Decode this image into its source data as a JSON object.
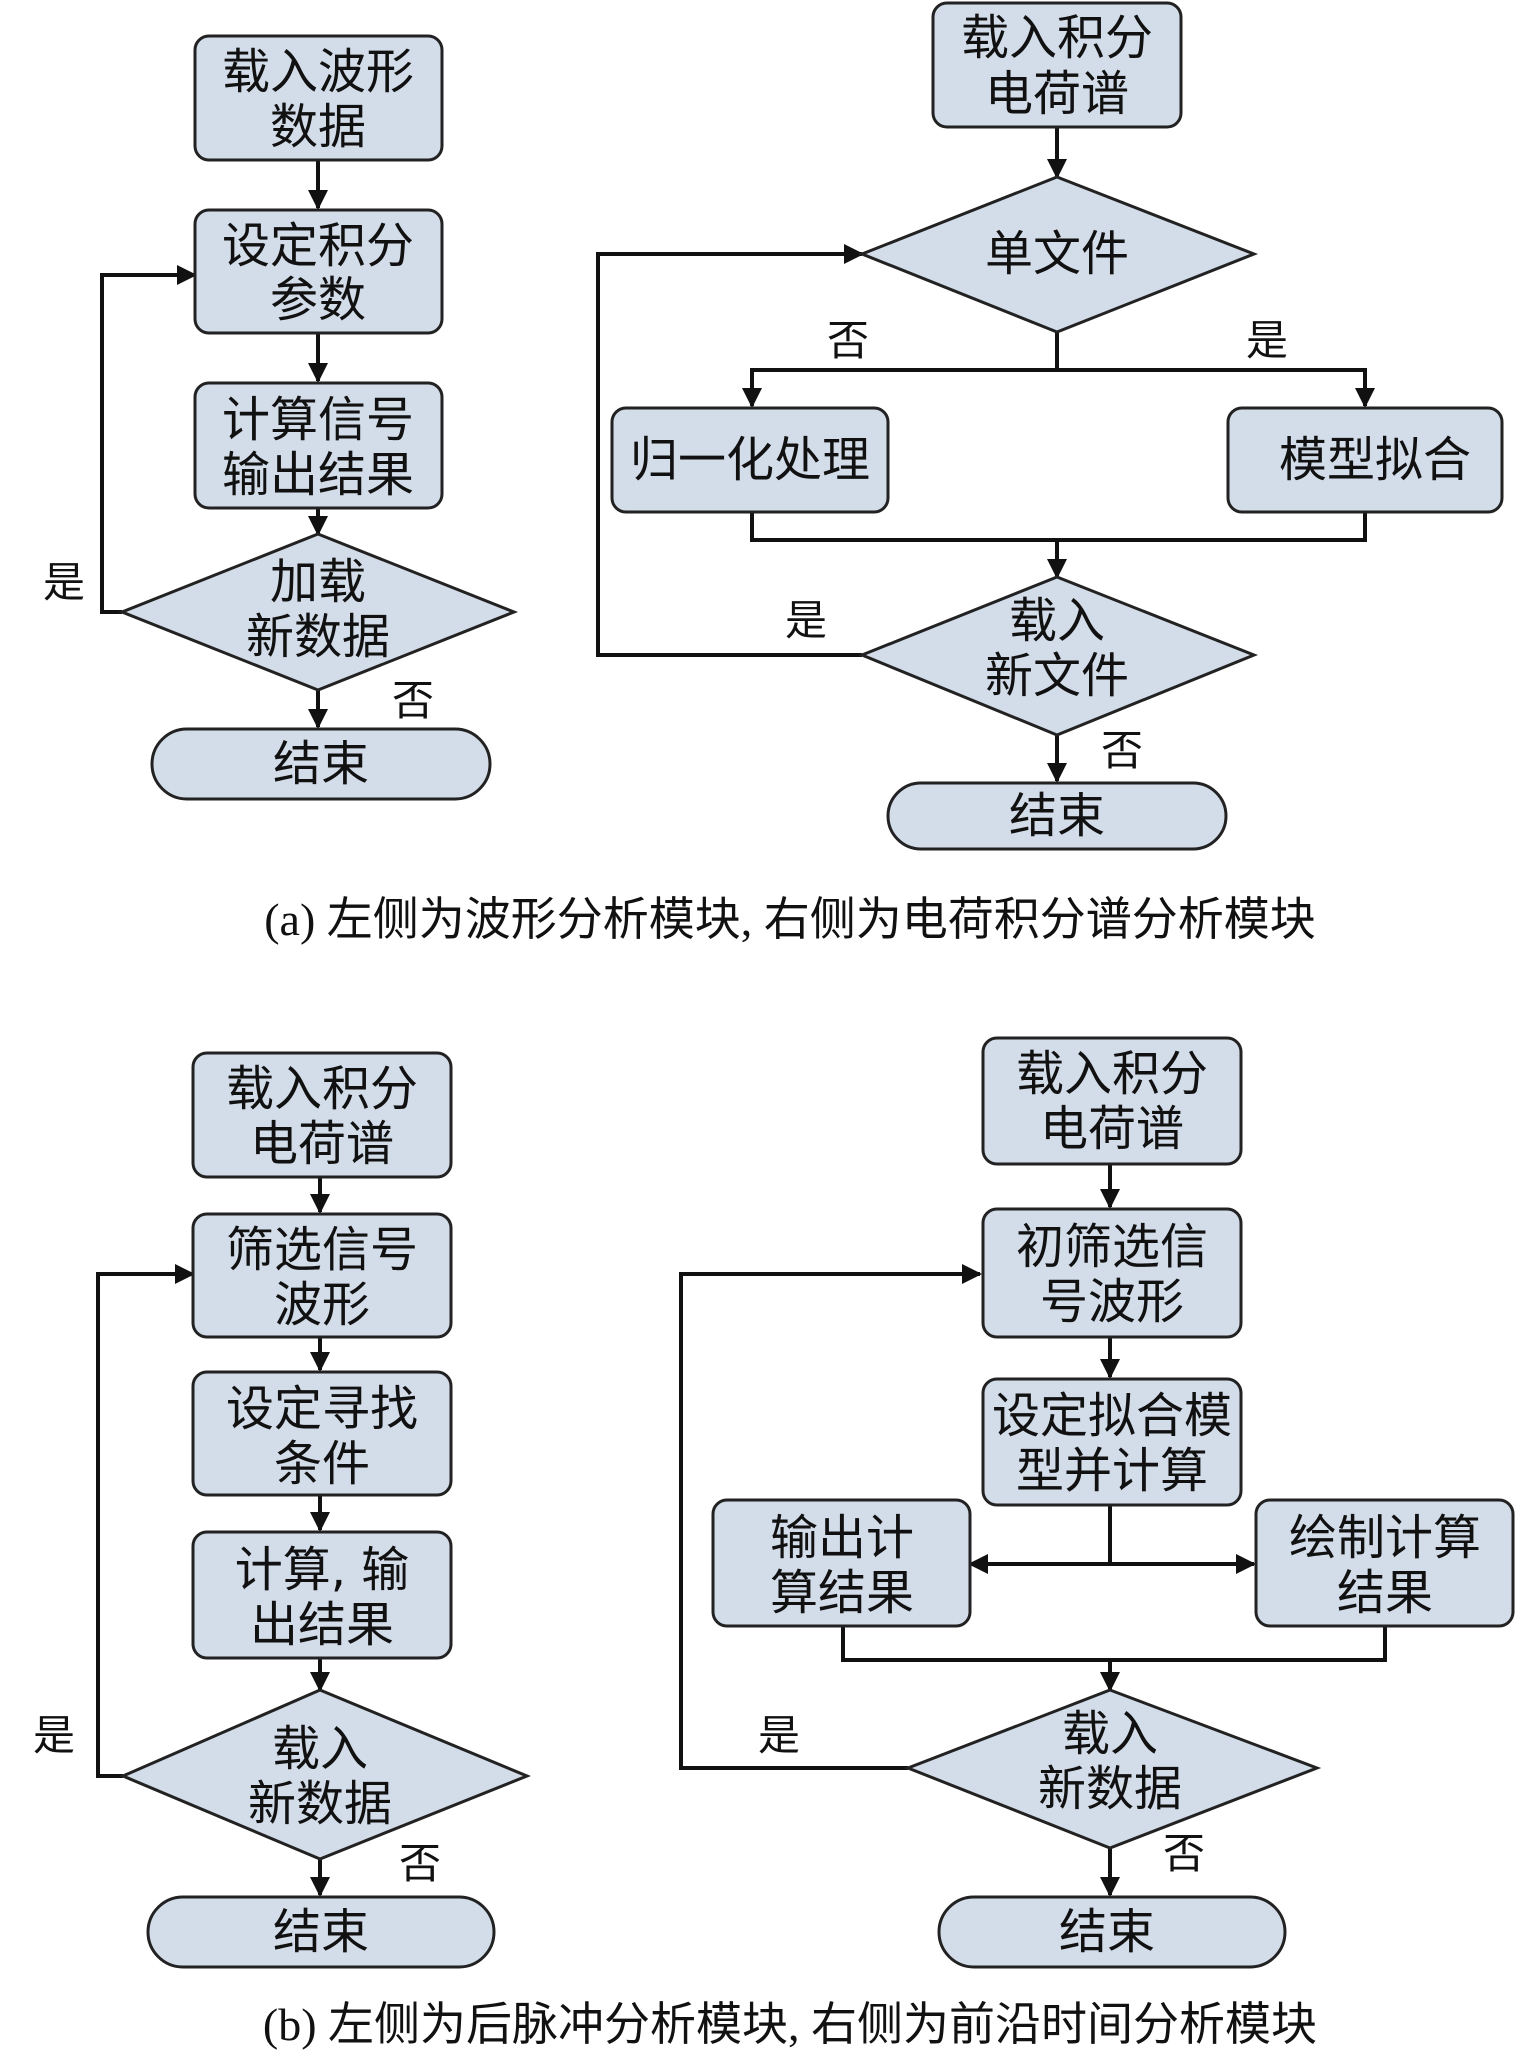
{
  "panel_a": {
    "caption": "(a) 左侧为波形分析模块, 右侧为电荷积分谱分析模块",
    "left": {
      "load_waveform": [
        "载入波形",
        "数据"
      ],
      "set_params": [
        "设定积分",
        "参数"
      ],
      "compute_output": [
        "计算信号",
        "输出结果"
      ],
      "load_new_data": [
        "加载",
        "新数据"
      ],
      "yes": "是",
      "no": "否",
      "end": "结束"
    },
    "right": {
      "load_spectrum": [
        "载入积分",
        "电荷谱"
      ],
      "single_file": "单文件",
      "no": "否",
      "yes_branch": "是",
      "normalize": "归一化处理",
      "model_fit": "模型拟合",
      "load_new_file": [
        "载入",
        "新文件"
      ],
      "yes_loop": "是",
      "no_end": "否",
      "end": "结束"
    }
  },
  "panel_b": {
    "caption": "(b) 左侧为后脉冲分析模块, 右侧为前沿时间分析模块",
    "left": {
      "load_spectrum": [
        "载入积分",
        "电荷谱"
      ],
      "filter_waveform": [
        "筛选信号",
        "波形"
      ],
      "set_search": [
        "设定寻找",
        "条件"
      ],
      "compute_output": [
        "计算, 输",
        "出结果"
      ],
      "load_new_data": [
        "载入",
        "新数据"
      ],
      "yes": "是",
      "no": "否",
      "end": "结束"
    },
    "right": {
      "load_spectrum": [
        "载入积分",
        "电荷谱"
      ],
      "prefilter": [
        "初筛选信",
        "号波形"
      ],
      "set_model": [
        "设定拟合模",
        "型并计算"
      ],
      "output_result": [
        "输出计",
        "算结果"
      ],
      "plot_result": [
        "绘制计算",
        "结果"
      ],
      "load_new_data": [
        "载入",
        "新数据"
      ],
      "yes": "是",
      "no": "否",
      "end": "结束"
    }
  }
}
